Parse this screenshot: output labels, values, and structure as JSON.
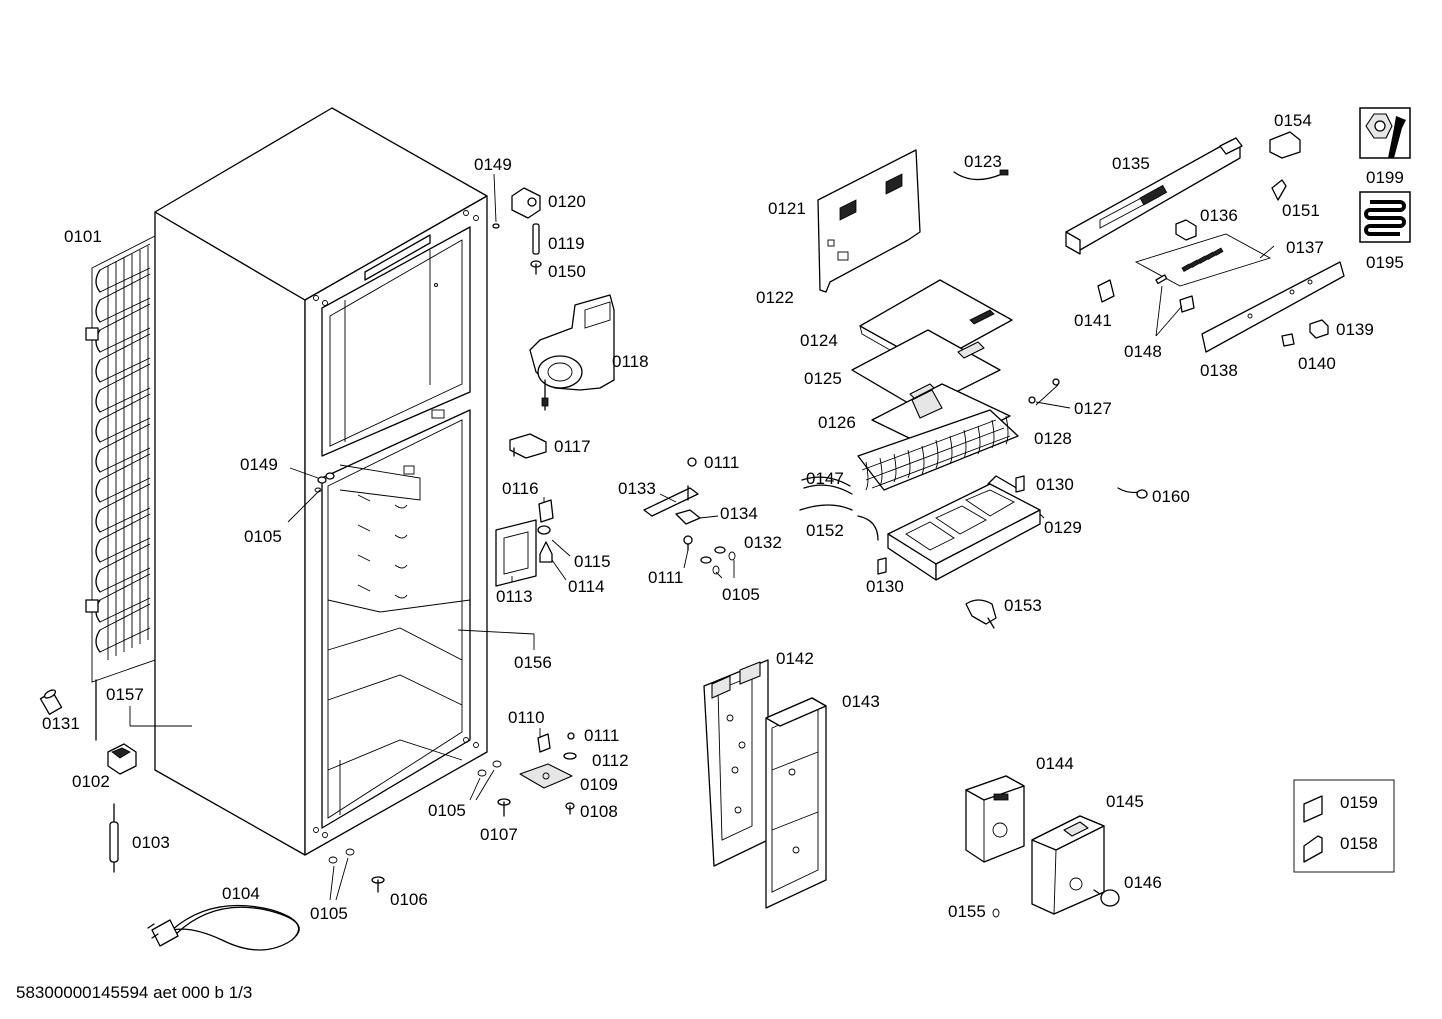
{
  "labels": {
    "l0101": "0101",
    "l0102": "0102",
    "l0103": "0103",
    "l0104": "0104",
    "l0105": "0105",
    "l0106": "0106",
    "l0107": "0107",
    "l0108": "0108",
    "l0109": "0109",
    "l0110": "0110",
    "l0111": "0111",
    "l0112": "0112",
    "l0113": "0113",
    "l0114": "0114",
    "l0115": "0115",
    "l0116": "0116",
    "l0117": "0117",
    "l0118": "0118",
    "l0119": "0119",
    "l0120": "0120",
    "l0121": "0121",
    "l0122": "0122",
    "l0123": "0123",
    "l0124": "0124",
    "l0125": "0125",
    "l0126": "0126",
    "l0127": "0127",
    "l0128": "0128",
    "l0129": "0129",
    "l0130": "0130",
    "l0131": "0131",
    "l0132": "0132",
    "l0133": "0133",
    "l0134": "0134",
    "l0135": "0135",
    "l0136": "0136",
    "l0137": "0137",
    "l0138": "0138",
    "l0139": "0139",
    "l0140": "0140",
    "l0141": "0141",
    "l0142": "0142",
    "l0143": "0143",
    "l0144": "0144",
    "l0145": "0145",
    "l0146": "0146",
    "l0147": "0147",
    "l0148": "0148",
    "l0149": "0149",
    "l0150": "0150",
    "l0151": "0151",
    "l0152": "0152",
    "l0153": "0153",
    "l0154": "0154",
    "l0155": "0155",
    "l0156": "0156",
    "l0157": "0157",
    "l0158": "0158",
    "l0159": "0159",
    "l0160": "0160",
    "l0195": "0195",
    "l0199": "0199"
  },
  "footer": {
    "drawing_id": "58300000145594 aet 000 b 1/3"
  }
}
